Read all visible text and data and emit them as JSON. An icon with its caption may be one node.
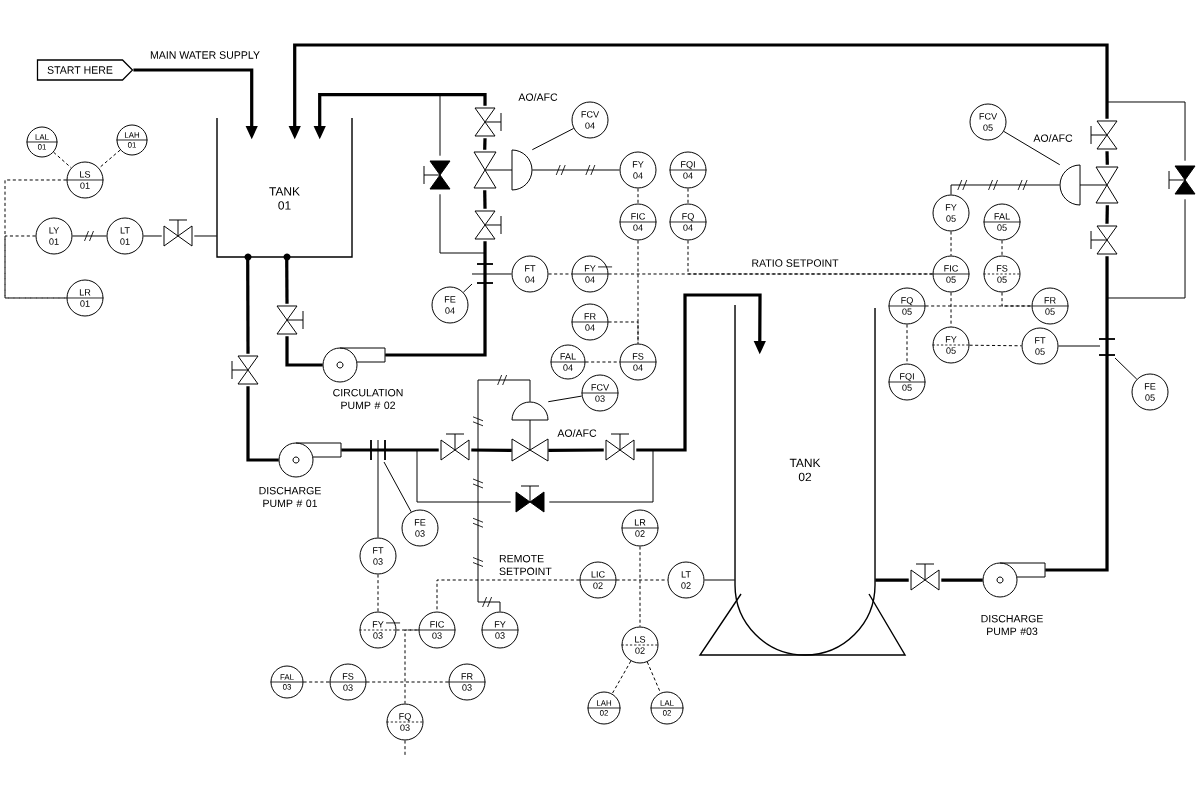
{
  "diagram": {
    "nodes": [
      {
        "text": [
          "START HERE"
        ]
      },
      {
        "text": [
          "TANK 01"
        ]
      },
      {
        "text": [
          "LAL 01"
        ]
      },
      {
        "text": [
          "LAH 01"
        ]
      },
      {
        "text": [
          "LS 01"
        ]
      },
      {
        "text": [
          "LY 01"
        ]
      },
      {
        "text": [
          "LT 01"
        ]
      },
      {
        "text": [
          "LR 01"
        ]
      },
      {
        "text": [],
        "shape": "pump",
        "beside": [
          "DISCHARGE PUMP # 01"
        ]
      },
      {
        "text": [],
        "shape": "pump",
        "beside": [
          "CIRCULATION PUMP # 02"
        ]
      },
      {
        "text": [],
        "shape": "valve"
      },
      {
        "text": [
          "FCV 04"
        ]
      },
      {
        "text": [
          "FY 04"
        ]
      },
      {
        "text": [
          "FQI 04"
        ]
      },
      {
        "text": [
          "FIC 04"
        ]
      },
      {
        "text": [
          "FQ 04"
        ]
      },
      {
        "text": [
          "FE 04"
        ]
      },
      {
        "text": [
          "FT 04"
        ]
      },
      {
        "text": [
          "FY 04"
        ]
      },
      {
        "text": [
          "FR 04"
        ]
      },
      {
        "text": [
          "FAL 04"
        ]
      },
      {
        "text": [
          "FS 04"
        ]
      },
      {
        "text": [],
        "shape": "valve"
      },
      {
        "text": [
          "FCV 05"
        ]
      },
      {
        "text": [
          "FY 05"
        ]
      },
      {
        "text": [
          "FAL 05"
        ]
      },
      {
        "text": [
          "FIC 05"
        ]
      },
      {
        "text": [
          "FS 05"
        ]
      },
      {
        "text": [
          "FQ 05"
        ]
      },
      {
        "text": [
          "FR 05"
        ]
      },
      {
        "text": [
          "FY 05"
        ]
      },
      {
        "text": [
          "FT 05"
        ]
      },
      {
        "text": [
          "FQI 05"
        ]
      },
      {
        "text": [
          "FE 05"
        ]
      },
      {
        "text": [
          "TANK 02"
        ]
      },
      {
        "text": [],
        "shape": "valve"
      },
      {
        "text": [
          "FCV 03"
        ]
      },
      {
        "text": [
          "FE 03"
        ]
      },
      {
        "text": [
          "FT 03"
        ]
      },
      {
        "text": [
          "LR 02"
        ]
      },
      {
        "text": [
          "LIC 02"
        ]
      },
      {
        "text": [
          "LT 02"
        ]
      },
      {
        "text": [
          "FY 03"
        ]
      },
      {
        "text": [
          "FIC 03"
        ]
      },
      {
        "text": [
          "FY 03"
        ]
      },
      {
        "text": [
          "LS 02"
        ]
      },
      {
        "text": [
          "FAL 03"
        ]
      },
      {
        "text": [
          "FS 03"
        ]
      },
      {
        "text": [
          "FR 03"
        ]
      },
      {
        "text": [
          "LAH 02"
        ]
      },
      {
        "text": [
          "LAL 02"
        ]
      },
      {
        "text": [
          "FQ 03"
        ]
      },
      {
        "text": [],
        "shape": "pump",
        "beside": [
          "DISCHARGE PUMP #03"
        ]
      },
      {
        "text": [],
        "shape": "valve"
      },
      {
        "text": [],
        "shape": "valve"
      },
      {
        "text": [],
        "shape": "valve"
      },
      {
        "text": [],
        "shape": "valve"
      },
      {
        "text": [],
        "shape": "valve"
      },
      {
        "text": [],
        "shape": "valve"
      },
      {
        "text": [],
        "shape": "valve"
      },
      {
        "text": [],
        "shape": "valve"
      },
      {
        "text": [],
        "shape": "valve"
      },
      {
        "text": [],
        "shape": "valve"
      },
      {
        "text": [],
        "shape": "valve"
      },
      {
        "text": [],
        "shape": "valve"
      },
      {
        "text": [],
        "shape": "valve"
      }
    ],
    "edges": [
      {
        "from": 0,
        "to": 1,
        "arrow": "to",
        "label": "MAIN WATER SUPPLY",
        "style": "thick"
      },
      {
        "from": 52,
        "to": 60,
        "arrow": "none",
        "style": "thick"
      },
      {
        "from": 60,
        "to": 22,
        "arrow": "none",
        "style": "thick"
      },
      {
        "from": 22,
        "to": 59,
        "arrow": "none",
        "style": "thick"
      },
      {
        "from": 59,
        "to": 1,
        "arrow": "to",
        "style": "thick"
      },
      {
        "from": 1,
        "to": 55,
        "arrow": "none",
        "style": "thick"
      },
      {
        "from": 55,
        "to": 9,
        "arrow": "none",
        "style": "thick"
      },
      {
        "from": 9,
        "to": 57,
        "arrow": "none",
        "style": "thick"
      },
      {
        "from": 57,
        "to": 10,
        "arrow": "none",
        "style": "thick"
      },
      {
        "from": 10,
        "to": 56,
        "arrow": "none",
        "style": "thick"
      },
      {
        "from": 56,
        "to": 1,
        "arrow": "to",
        "style": "thick"
      },
      {
        "from": 1,
        "to": 54,
        "arrow": "none",
        "style": "thick"
      },
      {
        "from": 54,
        "to": 8,
        "arrow": "none",
        "style": "thick"
      },
      {
        "from": 8,
        "to": 62,
        "arrow": "none",
        "style": "thick"
      },
      {
        "from": 62,
        "to": 35,
        "arrow": "none",
        "style": "thick"
      },
      {
        "from": 35,
        "to": 63,
        "arrow": "none",
        "style": "thick"
      },
      {
        "from": 63,
        "to": 34,
        "arrow": "to",
        "style": "thick"
      },
      {
        "from": 34,
        "to": 65,
        "arrow": "none",
        "style": "thick"
      },
      {
        "from": 65,
        "to": 52,
        "arrow": "none",
        "style": "thick"
      },
      {
        "from": 9,
        "to": 58,
        "arrow": "none"
      },
      {
        "from": 58,
        "to": null,
        "arrow": "none"
      },
      {
        "from": null,
        "to": 61,
        "arrow": "none"
      },
      {
        "from": 61,
        "to": null,
        "arrow": "none"
      },
      {
        "from": null,
        "to": 64,
        "arrow": "none"
      },
      {
        "from": 64,
        "to": null,
        "arrow": "none"
      },
      {
        "from": 6,
        "to": 53,
        "arrow": "none"
      },
      {
        "from": 53,
        "to": 1,
        "arrow": "none"
      },
      {
        "from": 2,
        "to": 4,
        "arrow": "none",
        "style": "dashed"
      },
      {
        "from": 3,
        "to": 4,
        "arrow": "none",
        "style": "dashed"
      },
      {
        "from": 5,
        "to": 6,
        "arrow": "none"
      },
      {
        "from": 4,
        "to": 7,
        "arrow": "none",
        "style": "dashed"
      },
      {
        "from": 5,
        "to": 7,
        "arrow": "none",
        "style": "dashed"
      },
      {
        "from": 11,
        "to": 10,
        "arrow": "none"
      },
      {
        "from": 12,
        "to": 10,
        "arrow": "none"
      },
      {
        "from": 12,
        "to": 14,
        "arrow": "none",
        "style": "dashed"
      },
      {
        "from": 13,
        "to": 15,
        "arrow": "none",
        "style": "dashed"
      },
      {
        "from": 16,
        "to": null,
        "arrow": "none"
      },
      {
        "from": 17,
        "to": null,
        "arrow": "none"
      },
      {
        "from": 17,
        "to": 18,
        "arrow": "none",
        "style": "dashed"
      },
      {
        "from": 18,
        "to": 26,
        "arrow": "none",
        "label": "RATIO SETPOINT",
        "style": "dashed"
      },
      {
        "from": 15,
        "to": 26,
        "arrow": "none",
        "style": "dashed"
      },
      {
        "from": 14,
        "to": 21,
        "arrow": "none",
        "style": "dashed"
      },
      {
        "from": 19,
        "to": 21,
        "arrow": "none",
        "style": "dashed"
      },
      {
        "from": 20,
        "to": 21,
        "arrow": "none",
        "style": "dashed"
      },
      {
        "from": 23,
        "to": 22,
        "arrow": "none"
      },
      {
        "from": 24,
        "to": 22,
        "arrow": "none"
      },
      {
        "from": 24,
        "to": 26,
        "arrow": "none",
        "style": "dashed"
      },
      {
        "from": 25,
        "to": 27,
        "arrow": "none",
        "style": "dashed"
      },
      {
        "from": 26,
        "to": 30,
        "arrow": "none",
        "style": "dashed"
      },
      {
        "from": 28,
        "to": 29,
        "arrow": "none",
        "style": "dashed"
      },
      {
        "from": 27,
        "to": 29,
        "arrow": "none",
        "style": "dashed"
      },
      {
        "from": 28,
        "to": 32,
        "arrow": "none",
        "style": "dashed"
      },
      {
        "from": 30,
        "to": 31,
        "arrow": "none",
        "style": "dashed"
      },
      {
        "from": 31,
        "to": null,
        "arrow": "none"
      },
      {
        "from": 33,
        "to": null,
        "arrow": "none"
      },
      {
        "from": 36,
        "to": 35,
        "arrow": "none"
      },
      {
        "from": 37,
        "to": null,
        "arrow": "none"
      },
      {
        "from": 38,
        "to": null,
        "arrow": "none"
      },
      {
        "from": 38,
        "to": 42,
        "arrow": "none",
        "style": "dashed"
      },
      {
        "from": 44,
        "to": 35,
        "arrow": "none"
      },
      {
        "from": 40,
        "to": 43,
        "arrow": "none",
        "label": "REMOTE SETPOINT",
        "style": "dashed"
      },
      {
        "from": 40,
        "to": 41,
        "arrow": "none",
        "style": "dashed"
      },
      {
        "from": 41,
        "to": 34,
        "arrow": "none"
      },
      {
        "from": 39,
        "to": 45,
        "arrow": "none",
        "style": "dashed"
      },
      {
        "from": 42,
        "to": 43,
        "arrow": "none",
        "style": "dashed"
      },
      {
        "from": 43,
        "to": 51,
        "arrow": "none",
        "style": "dashed"
      },
      {
        "from": 51,
        "to": null,
        "arrow": "none",
        "style": "dashed"
      },
      {
        "from": 46,
        "to": 47,
        "arrow": "none",
        "style": "dashed"
      },
      {
        "from": 47,
        "to": 48,
        "arrow": "none",
        "style": "dashed"
      },
      {
        "from": 45,
        "to": 49,
        "arrow": "none",
        "style": "dashed"
      },
      {
        "from": 45,
        "to": 50,
        "arrow": "none",
        "style": "dashed"
      }
    ],
    "labels": [
      "AO/AFC",
      "AO/AFC",
      "AO/AFC"
    ]
  }
}
